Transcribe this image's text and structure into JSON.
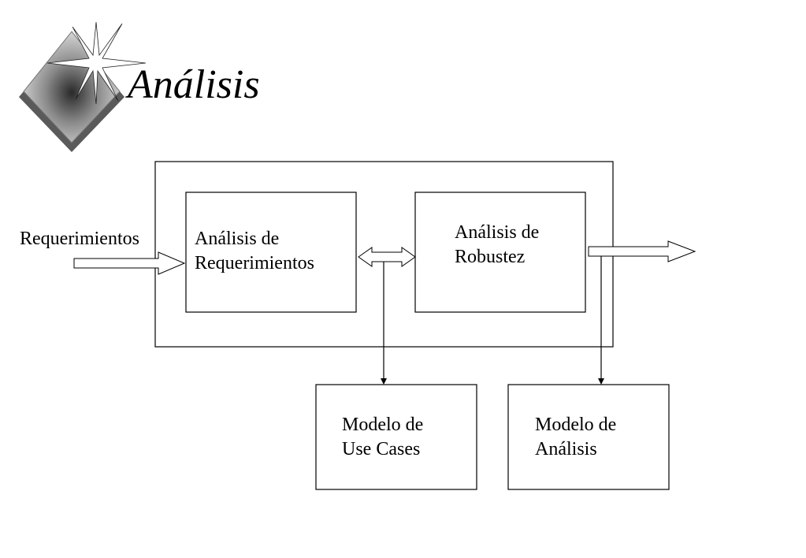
{
  "slide": {
    "title": "Análisis"
  },
  "diagram": {
    "input_label": "Requerimientos",
    "boxes": {
      "requirements_analysis": {
        "line1": "Análisis de",
        "line2": "Requerimientos"
      },
      "robustness_analysis": {
        "line1": "Análisis de",
        "line2": "Robustez"
      },
      "use_case_model": {
        "line1": "Modelo de",
        "line2": "Use Cases"
      },
      "analysis_model": {
        "line1": "Modelo de",
        "line2": "Análisis"
      }
    }
  }
}
